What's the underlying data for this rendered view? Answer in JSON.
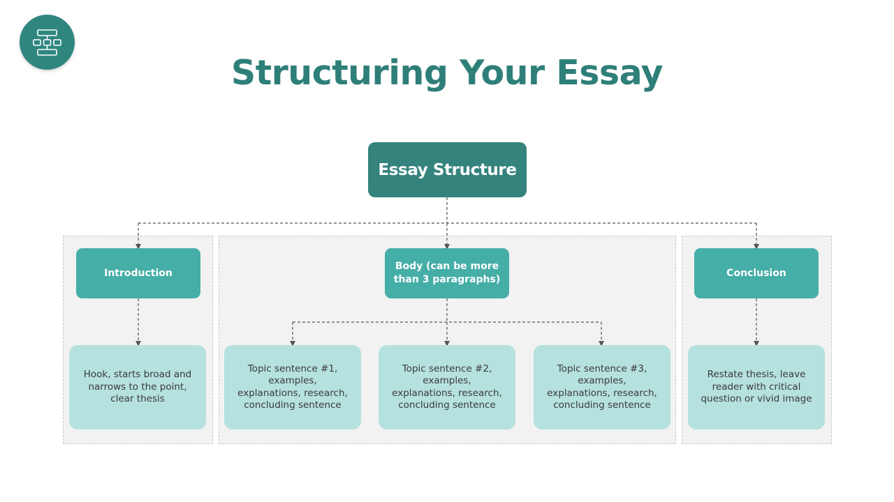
{
  "slide": {
    "title": "Structuring Your Essay",
    "logo_icon": "hierarchy-diagram-icon"
  },
  "colors": {
    "title": "#2f7f79",
    "root_node": "#34837d",
    "section_node": "#45aea7",
    "detail_node": "#b5e1de",
    "panel": "#f2f2f2",
    "connector": "#555555"
  },
  "diagram": {
    "root": {
      "label": "Essay Structure"
    },
    "sections": [
      {
        "label": "Introduction",
        "details": [
          "Hook, starts broad and narrows to the point, clear thesis"
        ]
      },
      {
        "label": "Body (can be more than 3 paragraphs)",
        "details": [
          "Topic sentence #1, examples, explanations, research, concluding sentence",
          "Topic sentence #2, examples, explanations, research, concluding sentence",
          "Topic sentence #3, examples, explanations, research, concluding sentence"
        ]
      },
      {
        "label": "Conclusion",
        "details": [
          "Restate thesis, leave reader with critical question or vivid image"
        ]
      }
    ]
  }
}
